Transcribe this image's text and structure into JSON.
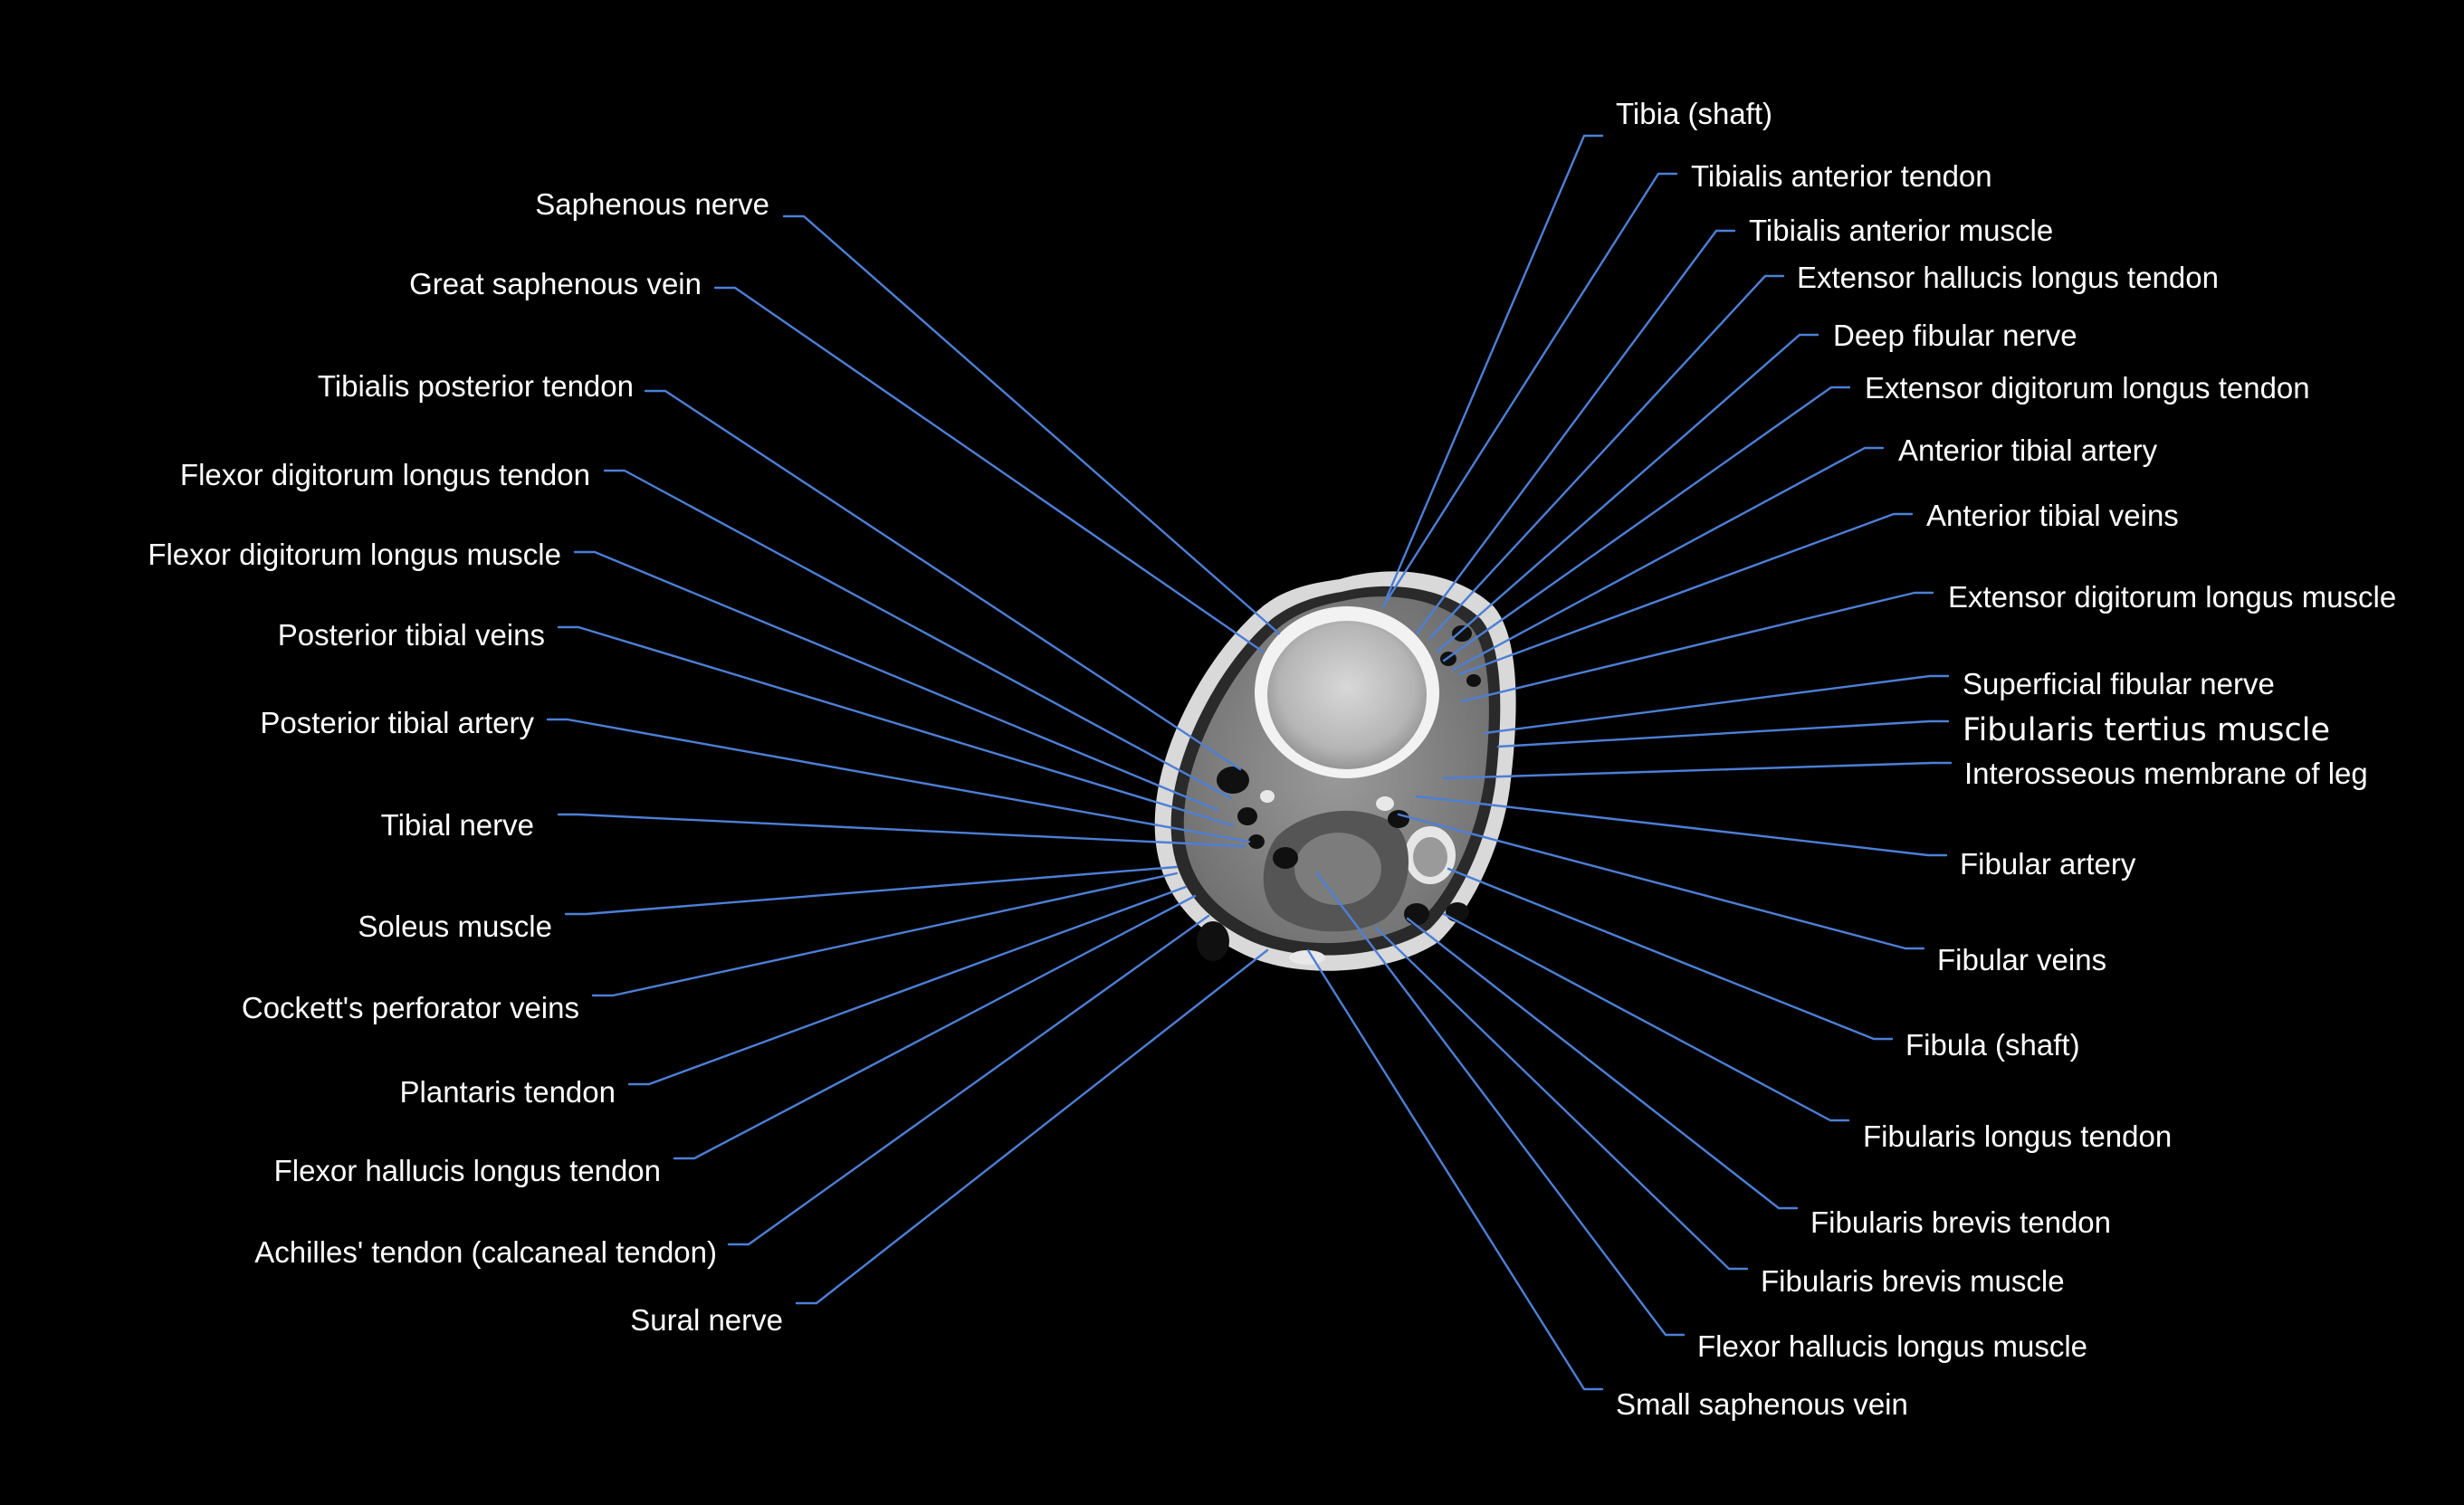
{
  "colors": {
    "background": "#000000",
    "label": "#ffffff",
    "leader": "#4d7fd6"
  },
  "labels": {
    "left": [
      "Saphenous nerve",
      "Great saphenous vein",
      "Tibialis posterior tendon",
      "Flexor digitorum longus tendon",
      "Flexor digitorum longus muscle",
      "Posterior tibial veins",
      "Posterior tibial artery",
      "Tibial nerve",
      "Soleus muscle",
      "Cockett's perforator veins",
      "Plantaris tendon",
      "Flexor hallucis longus tendon",
      "Achilles' tendon (calcaneal tendon)",
      "Sural nerve"
    ],
    "right": [
      "Tibia (shaft)",
      "Tibialis anterior tendon",
      "Tibialis anterior muscle",
      "Extensor hallucis longus tendon",
      "Deep fibular nerve",
      "Extensor digitorum longus tendon",
      "Anterior tibial artery",
      "Anterior tibial veins",
      "Extensor digitorum longus muscle",
      "Superficial fibular nerve",
      "Fibularis tertius muscle",
      "Interosseous membrane of leg",
      "Fibular artery",
      "Fibular veins",
      "Fibula (shaft)",
      "Fibularis longus tendon",
      "Fibularis brevis tendon",
      "Fibularis brevis muscle",
      "Flexor hallucis longus muscle",
      "Small saphenous vein"
    ]
  }
}
